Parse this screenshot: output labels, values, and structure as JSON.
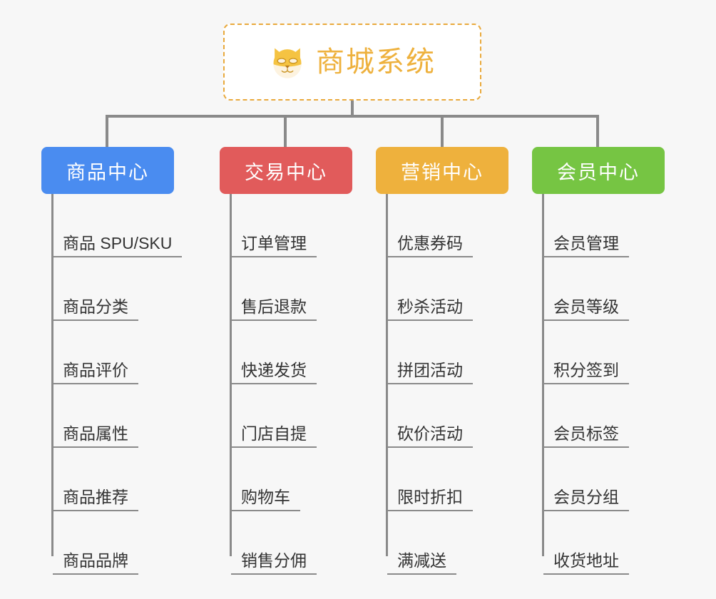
{
  "page": {
    "background_color": "#f7f7f7",
    "type": "mindmap"
  },
  "root": {
    "title": "商城系统",
    "icon": "shiba-dog-emoji",
    "text_color": "#eeb13d",
    "border_color": "#e9a93c",
    "background_color": "#ffffff"
  },
  "columns": [
    {
      "header": "商品中心",
      "color": "#4a8cf0",
      "items": [
        "商品 SPU/SKU",
        "商品分类",
        "商品评价",
        "商品属性",
        "商品推荐",
        "商品品牌"
      ]
    },
    {
      "header": "交易中心",
      "color": "#e15b5b",
      "items": [
        "订单管理",
        "售后退款",
        "快递发货",
        "门店自提",
        "购物车",
        "销售分佣"
      ]
    },
    {
      "header": "营销中心",
      "color": "#eeb13d",
      "items": [
        "优惠券码",
        "秒杀活动",
        "拼团活动",
        "砍价活动",
        "限时折扣",
        "满减送"
      ]
    },
    {
      "header": "会员中心",
      "color": "#76c543",
      "items": [
        "会员管理",
        "会员等级",
        "积分签到",
        "会员标签",
        "会员分组",
        "收货地址"
      ]
    }
  ],
  "connector_color": "#8a8a8a",
  "leaf_text_color": "#333333"
}
